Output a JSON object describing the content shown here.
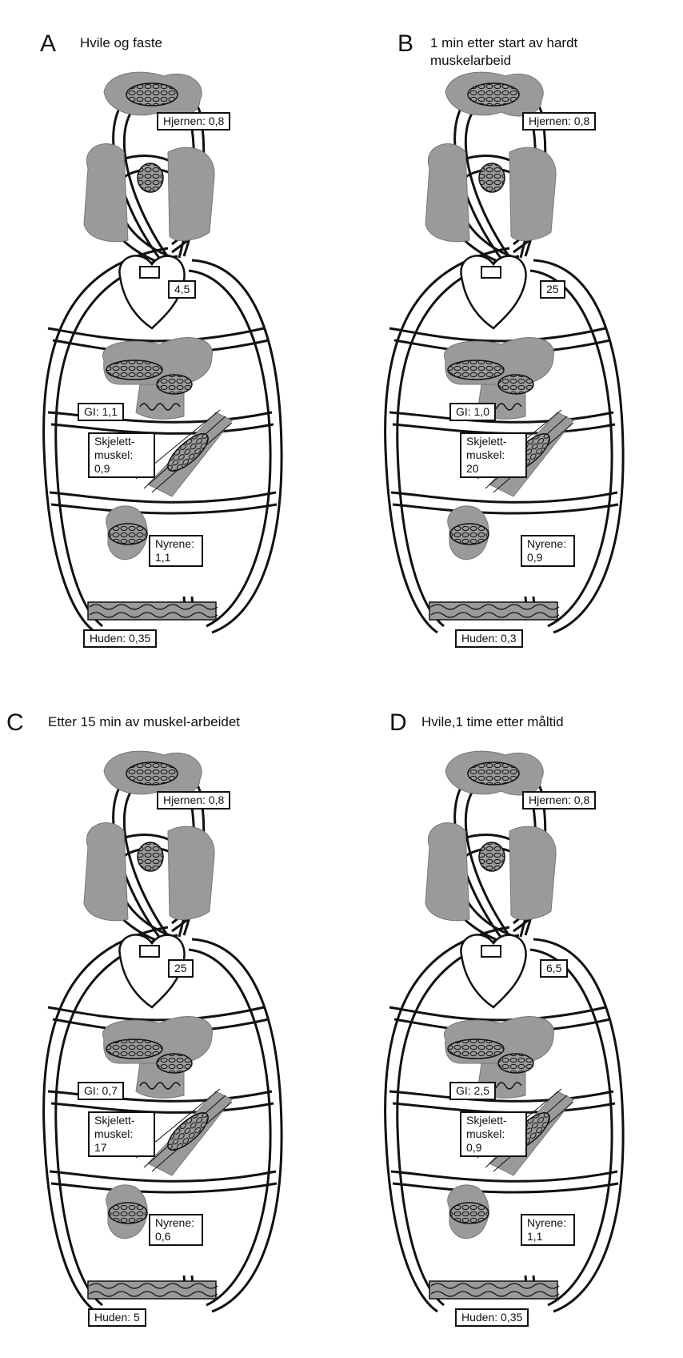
{
  "panels": [
    {
      "letter": "A",
      "title": "Hvile og faste",
      "labels": {
        "brain": "Hjernen: 0,8",
        "heart": "4,5",
        "gi": "GI: 1,1",
        "muscle": [
          "Skjelett-",
          "muskel:",
          "0,9"
        ],
        "kidney": [
          "Nyrene:",
          "1,1"
        ],
        "skin": "Huden: 0,35"
      }
    },
    {
      "letter": "B",
      "title": "1 min etter start av hardt muskelarbeid",
      "labels": {
        "brain": "Hjernen: 0,8",
        "heart": "25",
        "gi": "GI: 1,0",
        "muscle": [
          "Skjelett-",
          "muskel:",
          "20"
        ],
        "kidney": [
          "Nyrene:",
          "0,9"
        ],
        "skin": "Huden: 0,3"
      }
    },
    {
      "letter": "C",
      "title": "Etter 15 min av muskel-arbeidet",
      "labels": {
        "brain": "Hjernen: 0,8",
        "heart": "25",
        "gi": "GI: 0,7",
        "muscle": [
          "Skjelett-",
          "muskel:",
          "17"
        ],
        "kidney": [
          "Nyrene:",
          "0,6"
        ],
        "skin": "Huden: 5"
      }
    },
    {
      "letter": "D",
      "title": "Hvile,1 time etter måltid",
      "labels": {
        "brain": "Hjernen: 0,8",
        "heart": "6,5",
        "gi": "GI: 2,5",
        "muscle": [
          "Skjelett-",
          "muskel:",
          "0,9"
        ],
        "kidney": [
          "Nyrene:",
          "1,1"
        ],
        "skin": "Huden: 0,35"
      }
    }
  ],
  "colors": {
    "organ_fill": "#9a9a9a",
    "line": "#111111",
    "background": "#ffffff"
  }
}
